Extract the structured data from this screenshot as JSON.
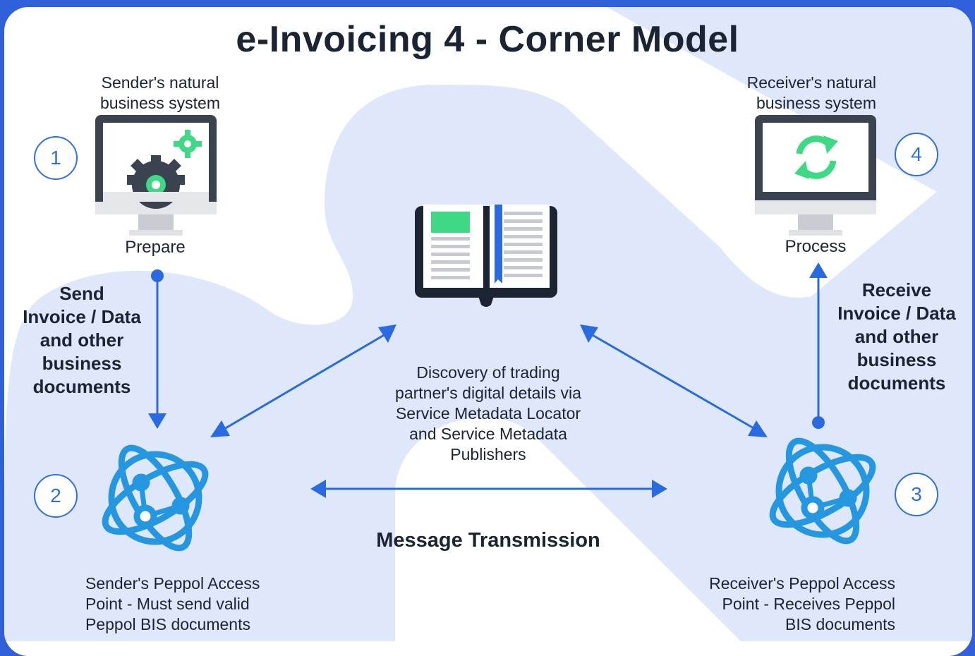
{
  "title": "e-Invoicing 4 - Corner Model",
  "corners": {
    "c1": {
      "number": "1",
      "heading_line1": "Sender's natural",
      "heading_line2": "business system",
      "action": "Prepare"
    },
    "c4": {
      "number": "4",
      "heading_line1": "Receiver's natural",
      "heading_line2": "business system",
      "action": "Process"
    },
    "c2": {
      "number": "2",
      "caption_line1": "Sender's Peppol Access",
      "caption_line2": "Point - Must send valid",
      "caption_line3": "Peppol BIS documents"
    },
    "c3": {
      "number": "3",
      "caption_line1": "Receiver's Peppol Access",
      "caption_line2": "Point - Receives Peppol",
      "caption_line3": "BIS documents"
    }
  },
  "send_label": {
    "l1": "Send",
    "l2": "Invoice / Data",
    "l3": "and other",
    "l4": "business",
    "l5": "documents"
  },
  "receive_label": {
    "l1": "Receive",
    "l2": "Invoice / Data",
    "l3": "and other",
    "l4": "business",
    "l5": "documents"
  },
  "discovery": {
    "l1": "Discovery of trading",
    "l2": "partner's digital details via",
    "l3": "Service Metadata Locator",
    "l4": "and Service Metadata",
    "l5": "Publishers"
  },
  "transmission_label": "Message Transmission",
  "colors": {
    "border": "#2f5fd9",
    "accent_blue": "#2a6ae0",
    "green": "#3fd985",
    "dark": "#1a2433",
    "background_shape": "#dfe8fb",
    "monitor_dark": "#3b4350"
  }
}
